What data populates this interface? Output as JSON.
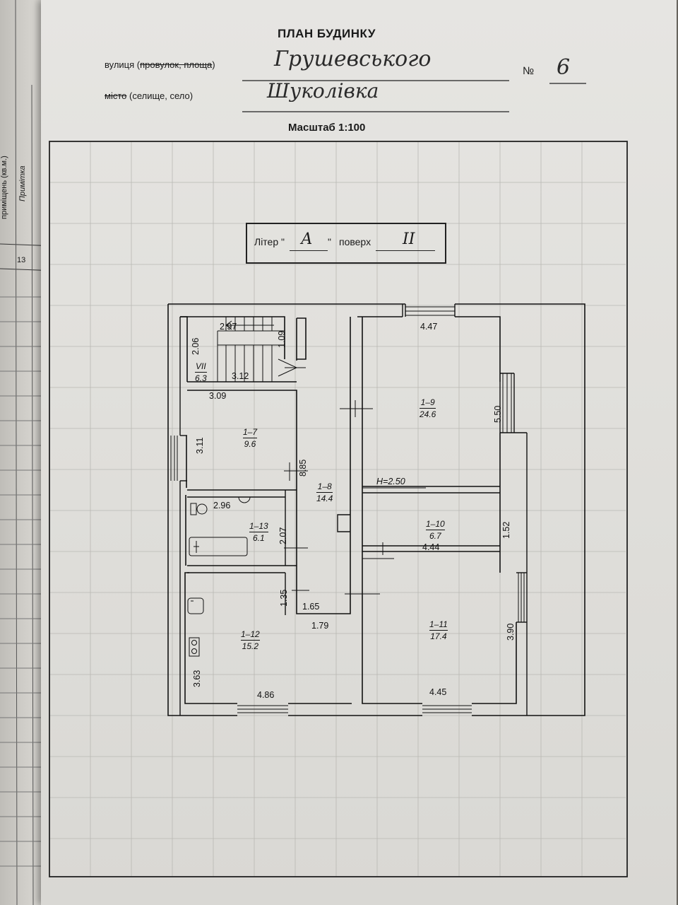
{
  "header": {
    "title": "ПЛАН БУДИНКУ",
    "street_label_prefix": "вулиця (",
    "street_label_struck": "провулок, площа",
    "street_label_suffix": ")",
    "street_value": "Грушевського",
    "number_label": "№",
    "number_value": "6",
    "city_label_struck": "місто",
    "city_label_rest": " (селище, село)",
    "city_value": "Шуколівка",
    "scale": "Масштаб 1:100"
  },
  "stamp": {
    "litera_label": "Літер \"",
    "litera_value": "А",
    "litera_close": "\"",
    "floor_label": "поверх",
    "floor_value": "II"
  },
  "left_page": {
    "col1": "приміщень (кв.м.)",
    "col2": "Примітка",
    "num": "13"
  },
  "plan": {
    "height_label": "H=2.50",
    "dims": {
      "d297": "2.97",
      "d206": "2.06",
      "d109": "1.09",
      "d312": "3.12",
      "d309": "3.09",
      "d311": "3.11",
      "d885": "8.85",
      "d296": "2.96",
      "d207": "2.07",
      "d135": "1.35",
      "d165": "1.65",
      "d179": "1.79",
      "d363": "3.63",
      "d486": "4.86",
      "d447": "4.47",
      "d550": "5.50",
      "d152": "1.52",
      "d444": "4.44",
      "d390": "3.90",
      "d445": "4.45"
    },
    "rooms": [
      {
        "num": "VII",
        "area": "6.3"
      },
      {
        "num": "1–7",
        "area": "9.6"
      },
      {
        "num": "1–8",
        "area": "14.4"
      },
      {
        "num": "1–9",
        "area": "24.6"
      },
      {
        "num": "1–10",
        "area": "6.7"
      },
      {
        "num": "1–11",
        "area": "17.4"
      },
      {
        "num": "1–12",
        "area": "15.2"
      },
      {
        "num": "1–13",
        "area": "6.1"
      }
    ]
  }
}
